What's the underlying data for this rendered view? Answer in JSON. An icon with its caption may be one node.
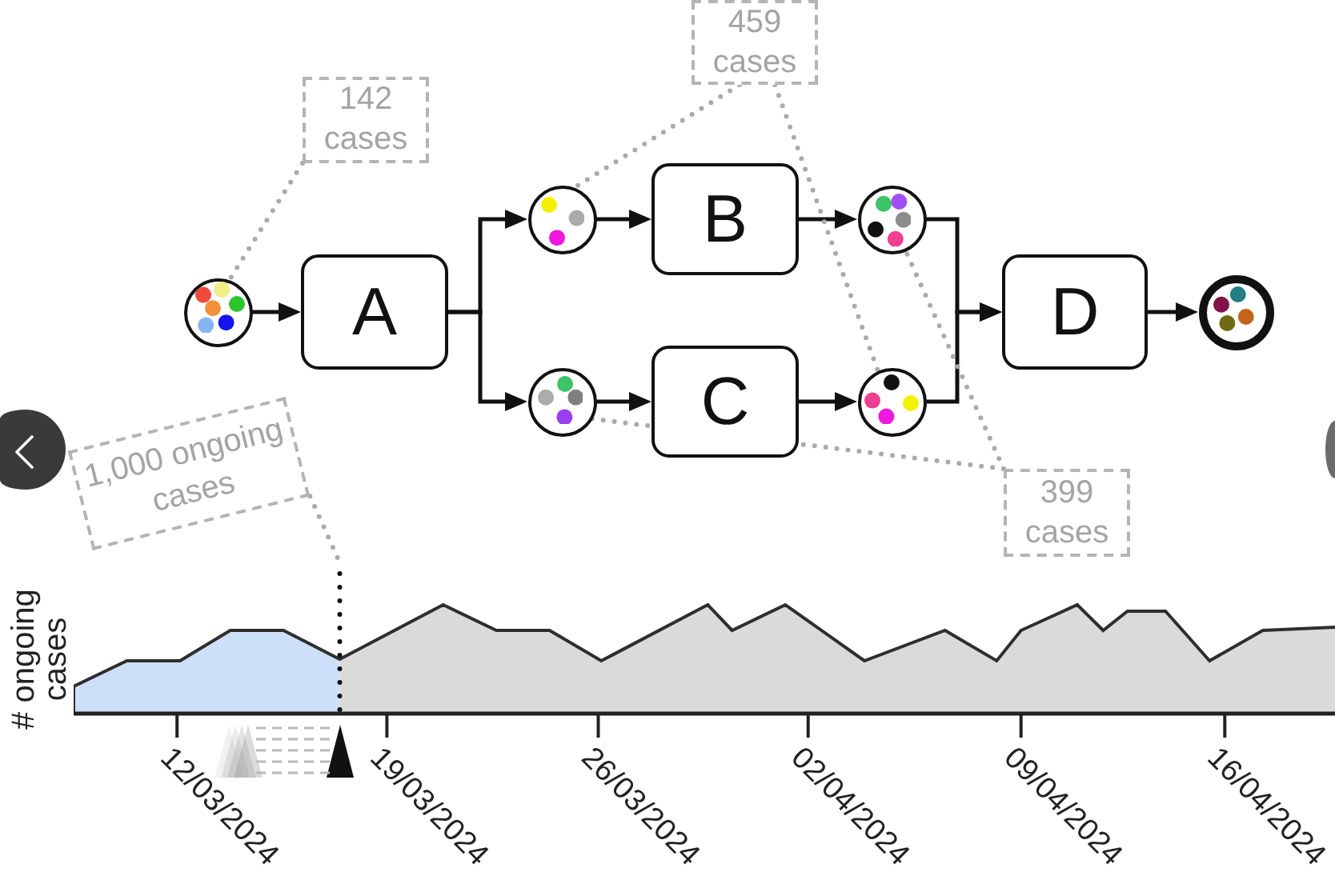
{
  "diagram": {
    "nodes": [
      {
        "text": [
          "459 cases"
        ]
      },
      {
        "text": [
          "142 cases"
        ]
      },
      {
        "text": [],
        "shape": "circle"
      },
      {
        "text": [
          "A"
        ]
      },
      {
        "text": [],
        "shape": "circle"
      },
      {
        "text": [],
        "shape": "circle"
      },
      {
        "text": [
          "B"
        ]
      },
      {
        "text": [
          "C"
        ]
      },
      {
        "text": [],
        "shape": "circle"
      },
      {
        "text": [],
        "shape": "circle"
      },
      {
        "text": [
          "D"
        ]
      },
      {
        "text": [],
        "shape": "circle"
      },
      {
        "text": [
          "1,000 ongoing cases"
        ]
      },
      {
        "text": [
          "399 cases"
        ]
      }
    ],
    "edges": [
      {
        "from": 2,
        "to": 3,
        "arrow": "to"
      },
      {
        "from": 3,
        "to": 4,
        "arrow": "to"
      },
      {
        "from": 3,
        "to": 5,
        "arrow": "to"
      },
      {
        "from": 4,
        "to": 6,
        "arrow": "to"
      },
      {
        "from": 5,
        "to": 7,
        "arrow": "to"
      },
      {
        "from": 6,
        "to": 8,
        "arrow": "to"
      },
      {
        "from": 7,
        "to": 9,
        "arrow": "to"
      },
      {
        "from": 8,
        "to": 10,
        "arrow": "to"
      },
      {
        "from": 9,
        "to": 10,
        "arrow": "to"
      },
      {
        "from": 10,
        "to": 11,
        "arrow": "to"
      },
      {
        "from": 1,
        "to": 2,
        "arrow": "none",
        "style": "dashed",
        "color": "#aaaaaa"
      },
      {
        "from": 0,
        "to": 4,
        "arrow": "none",
        "style": "dashed",
        "color": "#aaaaaa"
      },
      {
        "from": 0,
        "to": 9,
        "arrow": "none",
        "style": "dashed",
        "color": "#aaaaaa"
      },
      {
        "from": 13,
        "to": 8,
        "arrow": "none",
        "style": "dashed",
        "color": "#aaaaaa"
      },
      {
        "from": 13,
        "to": 5,
        "arrow": "none",
        "style": "dashed",
        "color": "#aaaaaa"
      },
      {
        "from": 12,
        "to": null,
        "arrow": "none",
        "style": "dashed",
        "color": "#aaaaaa"
      }
    ],
    "labels": [
      "# ongoing cases",
      "12/03/2024",
      "19/03/2024",
      "26/03/2024",
      "02/04/2024",
      "09/04/2024",
      "16/04/2024"
    ]
  }
}
